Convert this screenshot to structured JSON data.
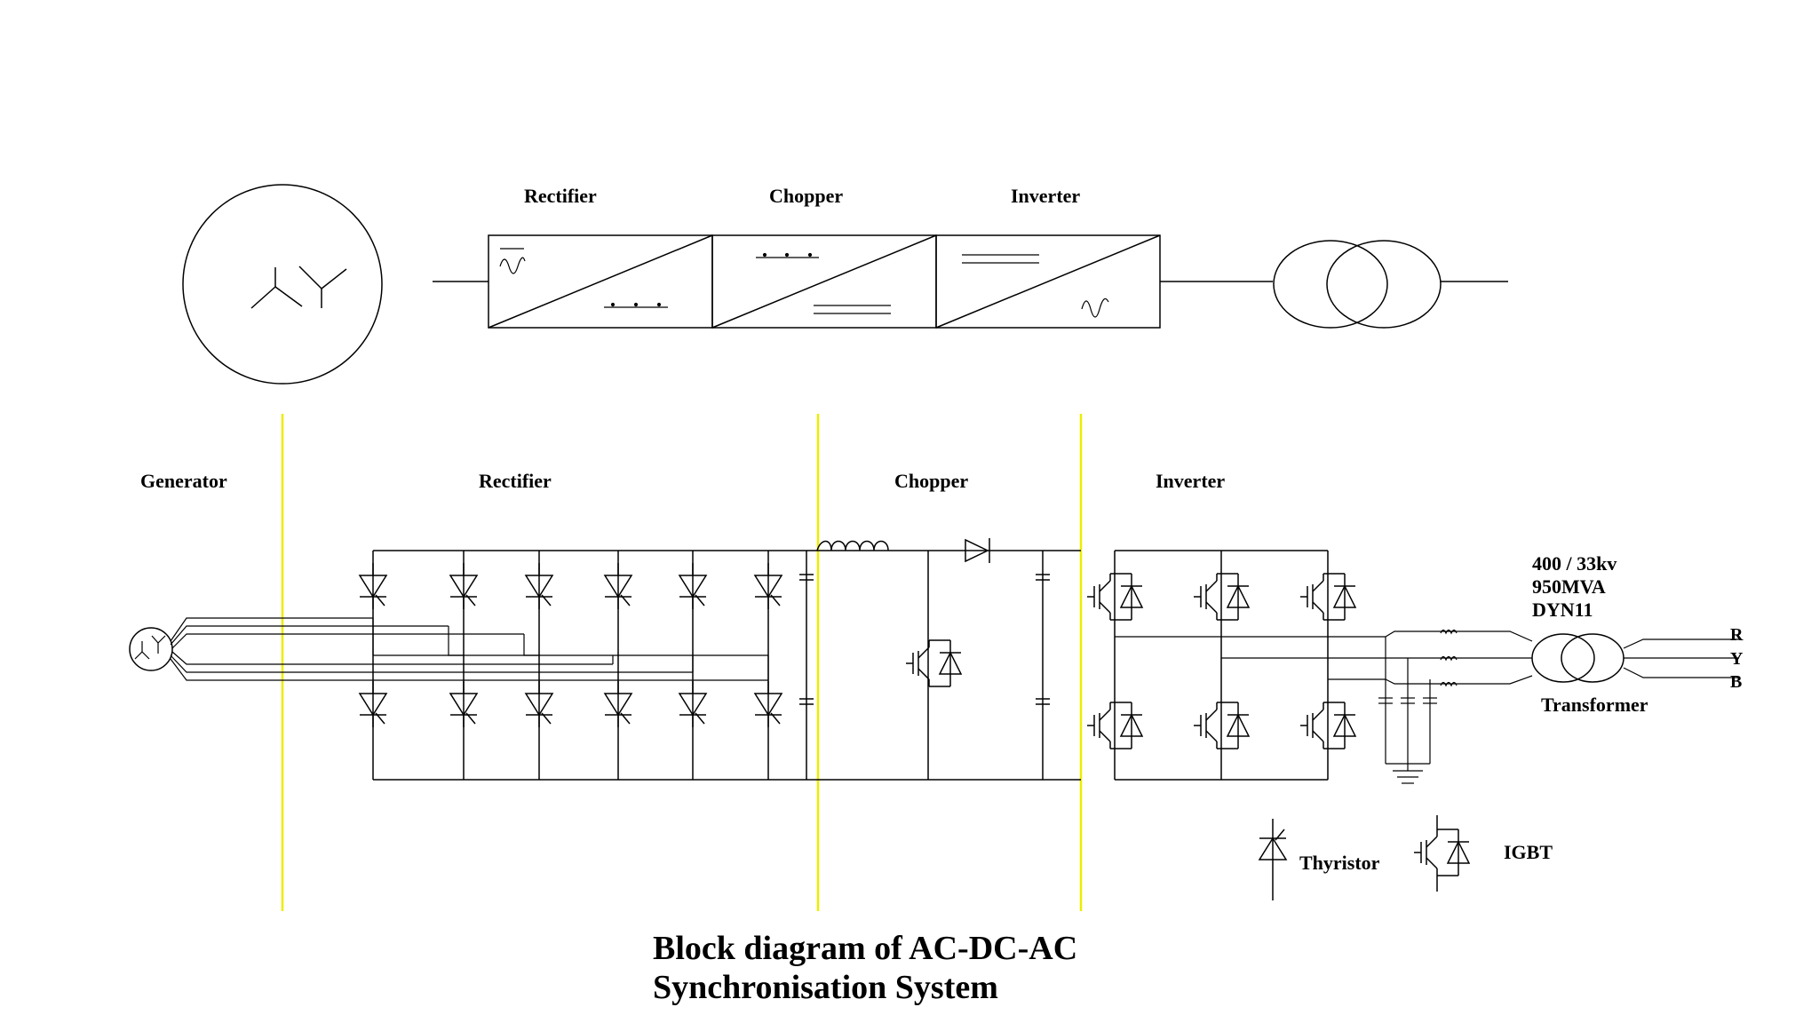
{
  "block_diagram": {
    "labels": [
      "Rectifier",
      "Chopper",
      "Inverter"
    ]
  },
  "circuit": {
    "section_labels": [
      "Generator",
      "Rectifier",
      "Chopper",
      "Inverter"
    ],
    "transformer_spec": [
      "400 / 33kv",
      "950MVA",
      "DYN11"
    ],
    "transformer_label": "Transformer",
    "phases": [
      "R",
      "Y",
      "B"
    ]
  },
  "legend": {
    "thyristor": "Thyristor",
    "igbt": "IGBT"
  },
  "caption": {
    "line1": "Block diagram of AC-DC-AC",
    "line2": "Synchronisation System"
  },
  "colors": {
    "divider": "#eded00",
    "stroke": "#000000",
    "background": "#ffffff"
  }
}
